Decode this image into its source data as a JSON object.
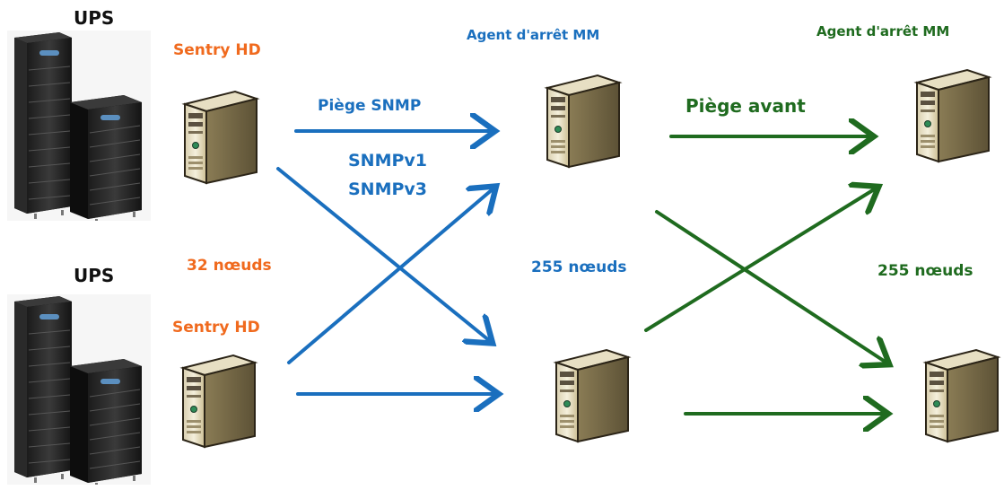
{
  "ups": [
    {
      "title": "UPS",
      "controller": "Sentry HD"
    },
    {
      "title": "UPS",
      "controller": "Sentry HD"
    }
  ],
  "mm_agent_blue": {
    "title": "Agent d'arrêt MM",
    "nodes": "255 nœuds"
  },
  "mm_agent_green": {
    "title": "Agent d'arrêt MM",
    "nodes": "255 nœuds"
  },
  "sentry_nodes": "32 nœuds",
  "snmp_trap": "Piège SNMP",
  "snmp_versions": [
    "SNMPv1",
    "SNMPv3"
  ],
  "forward_trap": "Piège avant",
  "colors": {
    "orange": "#f06a1e",
    "blue": "#1a6fbe",
    "green": "#1f6b1f"
  }
}
